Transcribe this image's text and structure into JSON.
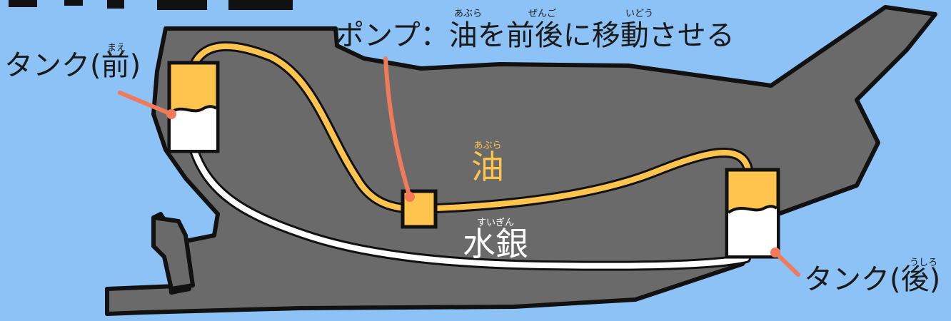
{
  "labels": {
    "tank_front": {
      "text": "タンク(前)",
      "ruby": "まえ"
    },
    "tank_rear": {
      "text": "タンク(後)",
      "ruby": "うしろ"
    },
    "pump": {
      "text": "ポンプ：油を前後に移動させる",
      "ruby": [
        "あぶら",
        "ぜんご",
        "いどう"
      ]
    },
    "oil": {
      "text": "油",
      "ruby": "あぶら"
    },
    "mercury": {
      "text": "水銀",
      "ruby": "すいぎん"
    }
  },
  "colors": {
    "sky": "#8cc2f5",
    "hull": "#6a6a6a",
    "outline": "#111111",
    "oil": "#ffc44d",
    "mercury": "#ffffff",
    "pointer": "#f07a5a"
  },
  "icons": [
    "submarine-hull-shape",
    "tank-front-box",
    "tank-rear-box",
    "pump-box"
  ]
}
